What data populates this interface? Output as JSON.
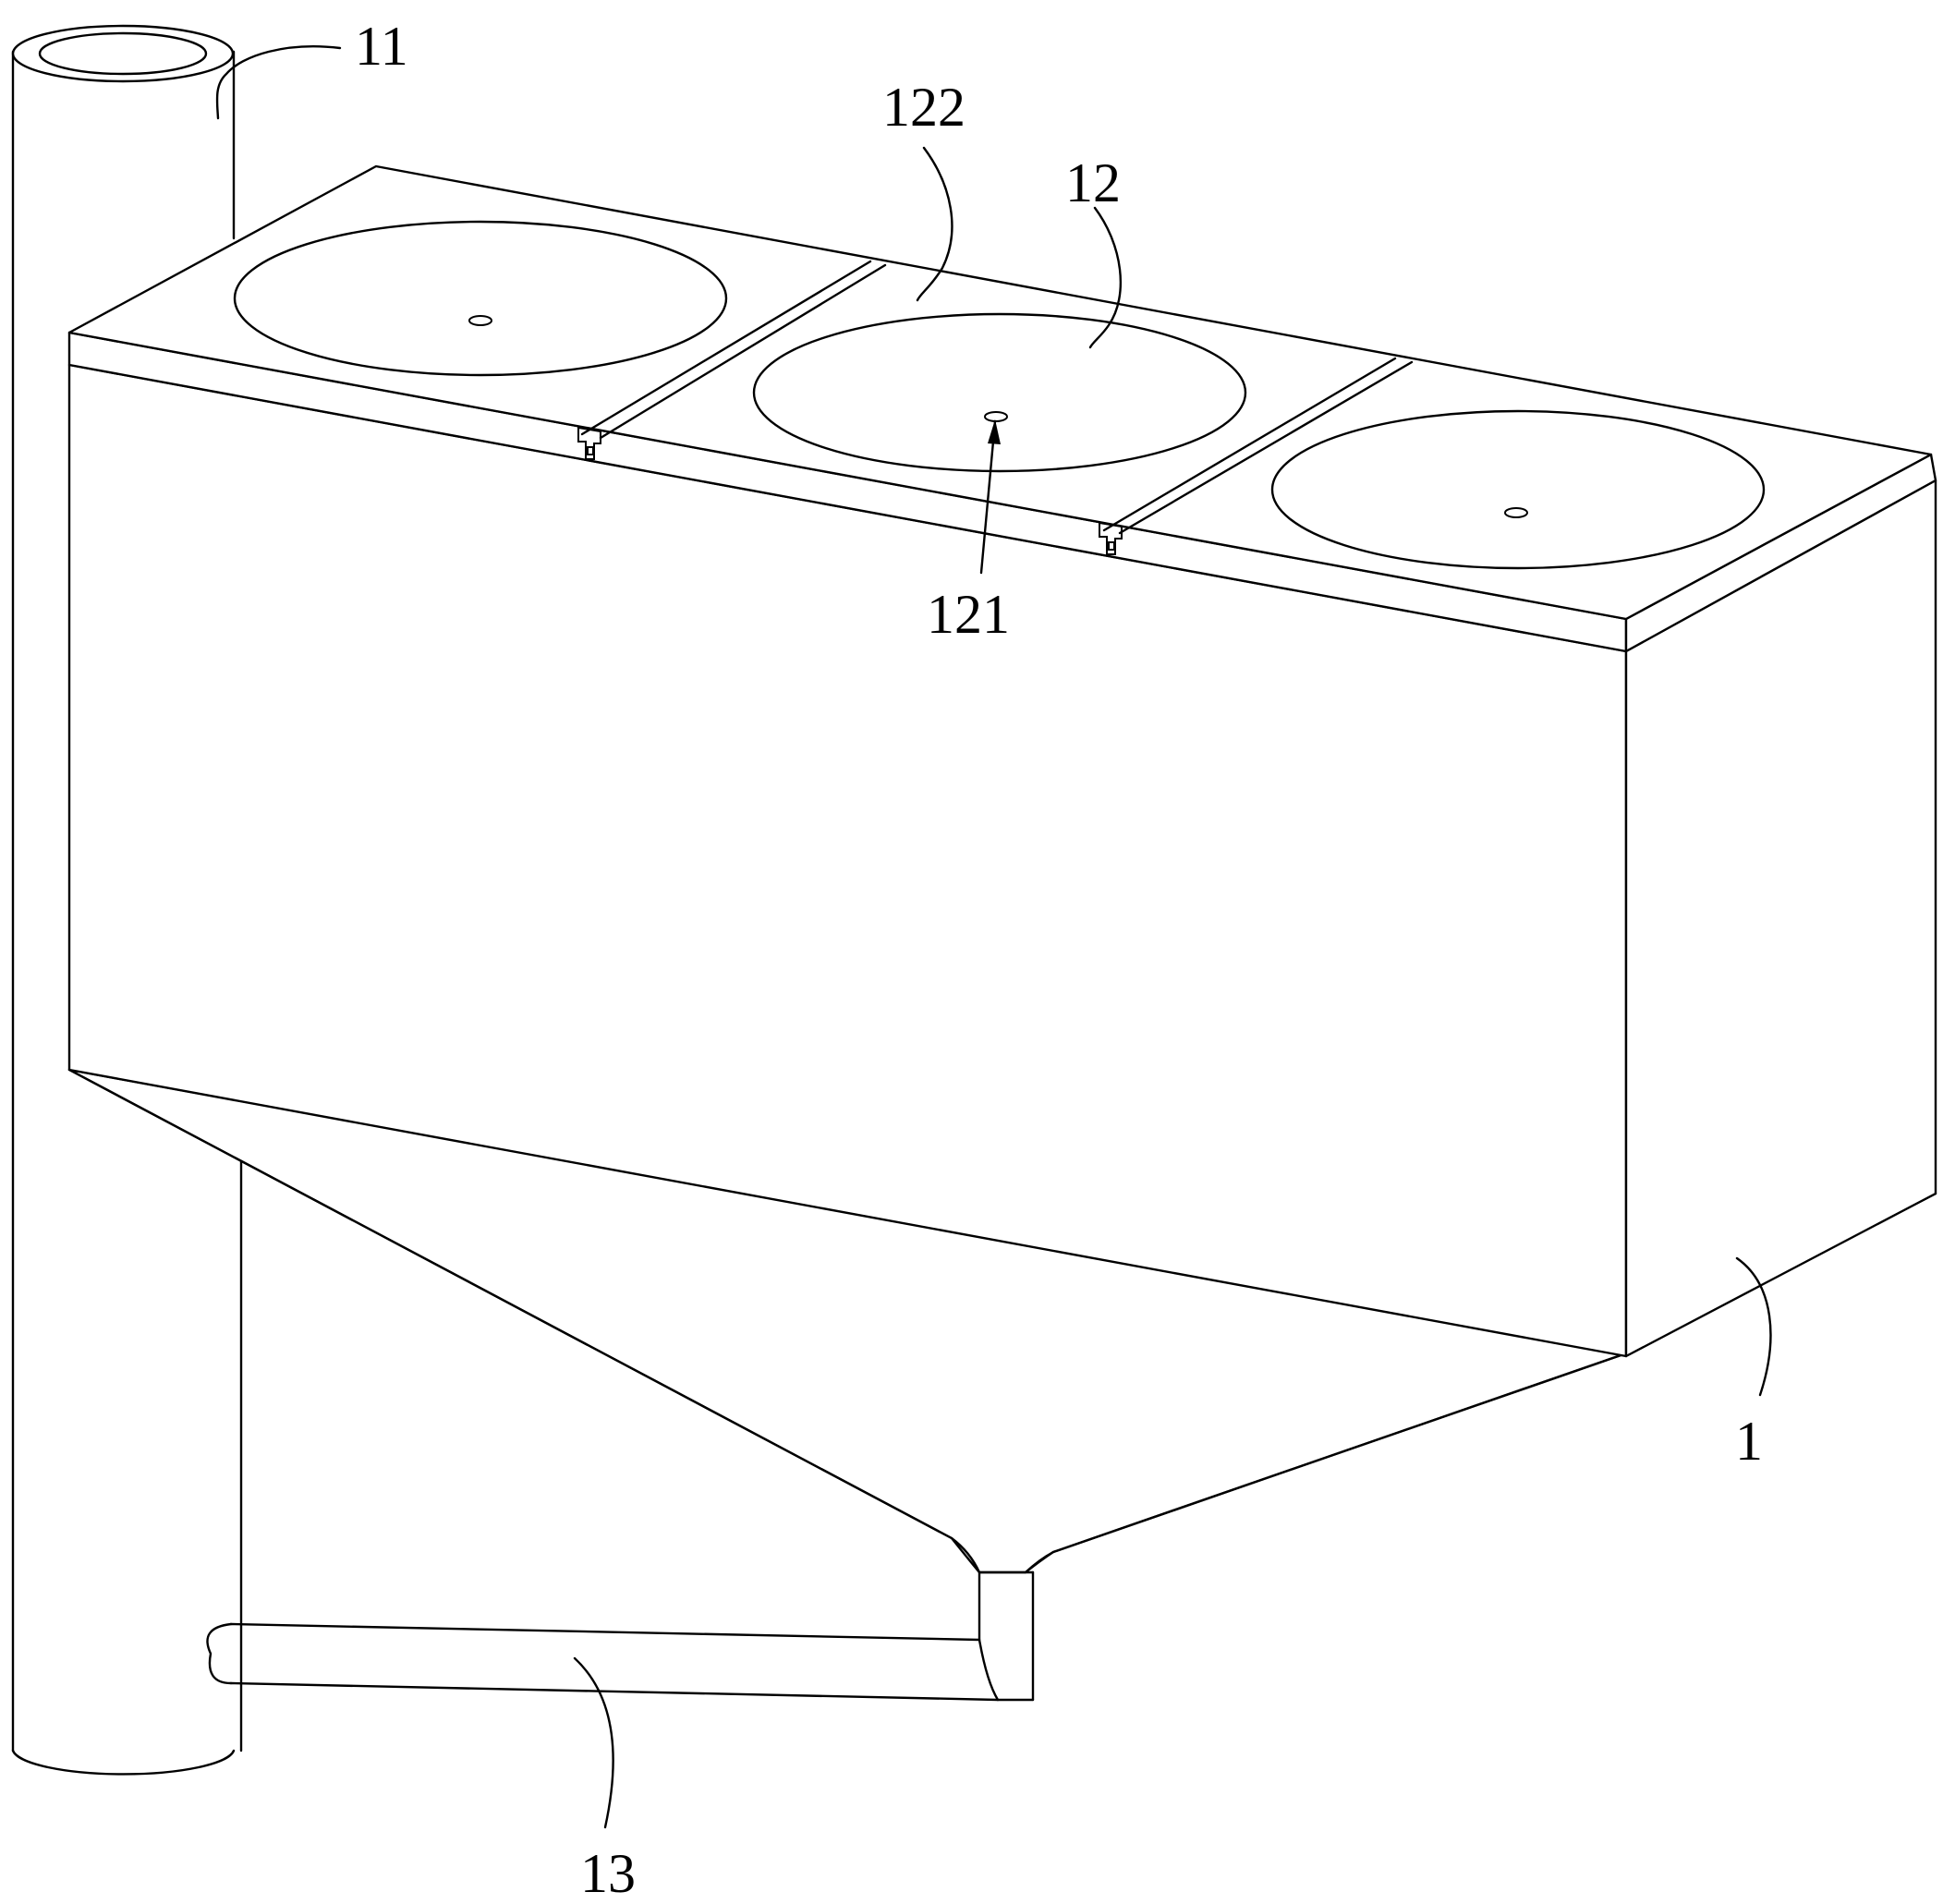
{
  "figure": {
    "labels": {
      "tower": "11",
      "cover_plate": "122",
      "cover": "12",
      "vent_hole": "121",
      "tank": "1",
      "pipe": "13"
    }
  }
}
